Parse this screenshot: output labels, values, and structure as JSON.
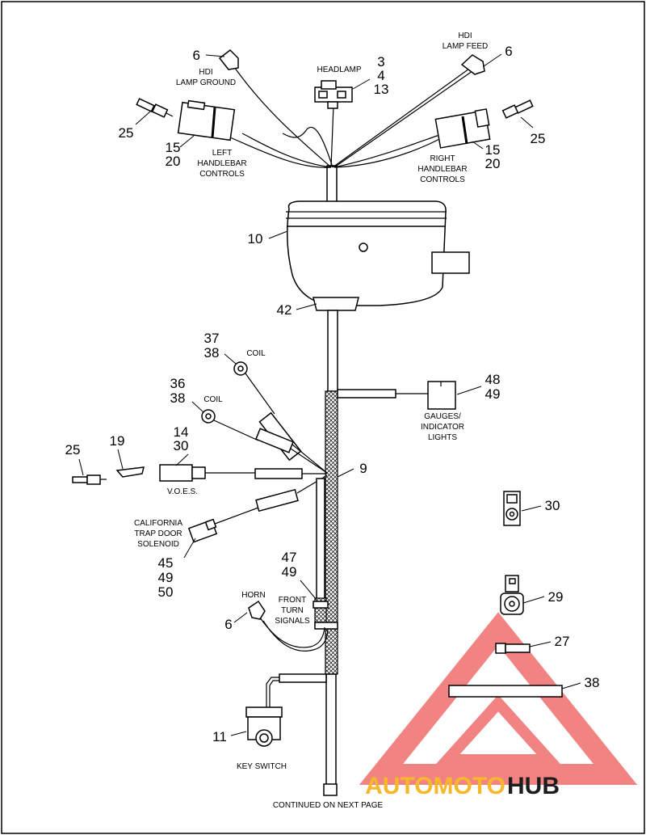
{
  "callouts": {
    "hdi_ground_num": "6",
    "headlamp_nums": [
      "3",
      "4",
      "13"
    ],
    "hdi_feed_num": "6",
    "left_terminal_num": "25",
    "left_controls_nums": [
      "15",
      "20"
    ],
    "right_controls_nums": [
      "15",
      "20"
    ],
    "right_terminal_num": "25",
    "nacelle_num": "10",
    "nacelle_bottom_num": "42",
    "coil_upper_nums": [
      "37",
      "38"
    ],
    "coil_lower_nums": [
      "36",
      "38"
    ],
    "gauges_nums": [
      "48",
      "49"
    ],
    "voes_nums": [
      "14",
      "30"
    ],
    "terminal_left_num": "25",
    "pin_num": "19",
    "harness_num": "9",
    "solenoid_nums": [
      "45",
      "49",
      "50"
    ],
    "turn_nums": [
      "47",
      "49"
    ],
    "horn_num": "6",
    "key_switch_num": "11",
    "connector30_num": "30",
    "connector29_num": "29",
    "pin27_num": "27",
    "tube38_num": "38"
  },
  "labels": {
    "hdi_lamp_ground": [
      "HDI",
      "LAMP GROUND"
    ],
    "headlamp": "HEADLAMP",
    "hdi_lamp_feed": [
      "HDI",
      "LAMP FEED"
    ],
    "left_handlebar": [
      "LEFT",
      "HANDLEBAR",
      "CONTROLS"
    ],
    "right_handlebar": [
      "RIGHT",
      "HANDLEBAR",
      "CONTROLS"
    ],
    "coil_upper": "COIL",
    "coil_lower": "COIL",
    "gauges": [
      "GAUGES/",
      "INDICATOR",
      "LIGHTS"
    ],
    "voes": "V.O.E.S.",
    "solenoid": [
      "CALIFORNIA",
      "TRAP DOOR",
      "SOLENOID"
    ],
    "horn": "HORN",
    "front_turn": [
      "FRONT",
      "TURN",
      "SIGNALS"
    ],
    "key_switch": "KEY SWITCH",
    "continued": "CONTINUED ON NEXT PAGE"
  },
  "watermark": {
    "left": "AUTOMOTO",
    "right": "HUB",
    "colors": {
      "logo": "#ee5a5a",
      "left": "#f6b72b",
      "right": "#1d1d1d"
    }
  }
}
